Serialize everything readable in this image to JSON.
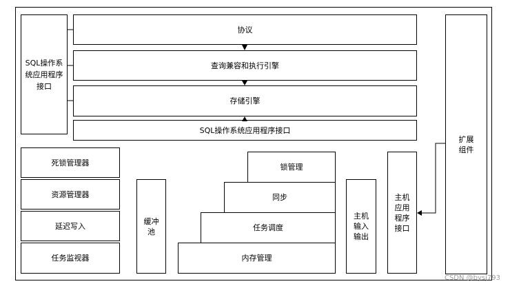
{
  "left_api": "SQL操作系统应用程序接口",
  "layers": {
    "protocol": "协议",
    "query": "查询兼容和执行引擎",
    "storage": "存储引擎",
    "sql_os_api": "SQL操作系统应用程序接口"
  },
  "managers": [
    "死锁管理器",
    "资源管理器",
    "延迟写入",
    "任务监视器"
  ],
  "buffer_pool": "缓冲池",
  "stairs": [
    "锁管理",
    "同步",
    "任务调度",
    "内存管理"
  ],
  "host_io": "主机输入输出",
  "host_api": "主机应用程序接口",
  "extension": "扩展组件",
  "watermark": "CSDN @bysj793"
}
